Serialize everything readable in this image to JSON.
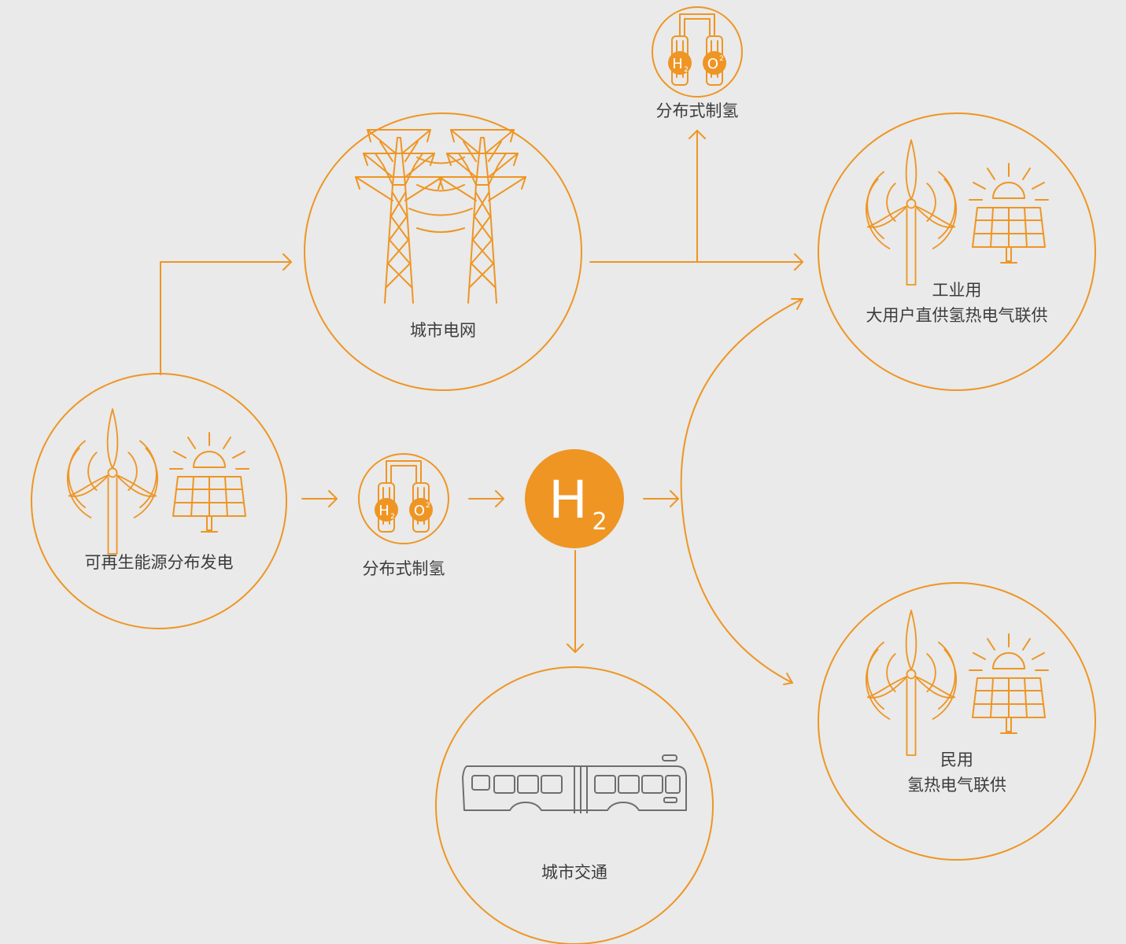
{
  "colors": {
    "accent": "#ef9524",
    "background": "#e9eae9",
    "text": "#3c3c3c",
    "bus": "#6e6e6e"
  },
  "nodes": {
    "renewable": {
      "label": "可再生能源分布发电",
      "icons": [
        "wind-turbine-icon",
        "solar-panel-icon"
      ]
    },
    "grid": {
      "label": "城市电网",
      "icons": [
        "power-tower-icon"
      ]
    },
    "top_electrolyzer": {
      "label": "分布式制氢",
      "icons": [
        "electrolyzer-icon"
      ]
    },
    "mid_electrolyzer": {
      "label": "分布式制氢",
      "icons": [
        "electrolyzer-icon"
      ]
    },
    "hydrogen": {
      "symbol": "H",
      "subscript": "2"
    },
    "industrial": {
      "line1": "工业用",
      "line2": "大用户直供氢热电气联供",
      "icons": [
        "wind-turbine-icon",
        "solar-panel-icon"
      ]
    },
    "civil": {
      "line1": "民用",
      "line2": "氢热电气联供",
      "icons": [
        "wind-turbine-icon",
        "solar-panel-icon"
      ]
    },
    "transport": {
      "label": "城市交通",
      "icons": [
        "bus-icon"
      ]
    }
  },
  "electrolyzer_badges": {
    "h": "H",
    "h_sub": "2",
    "o": "O",
    "o_sup": "2"
  }
}
